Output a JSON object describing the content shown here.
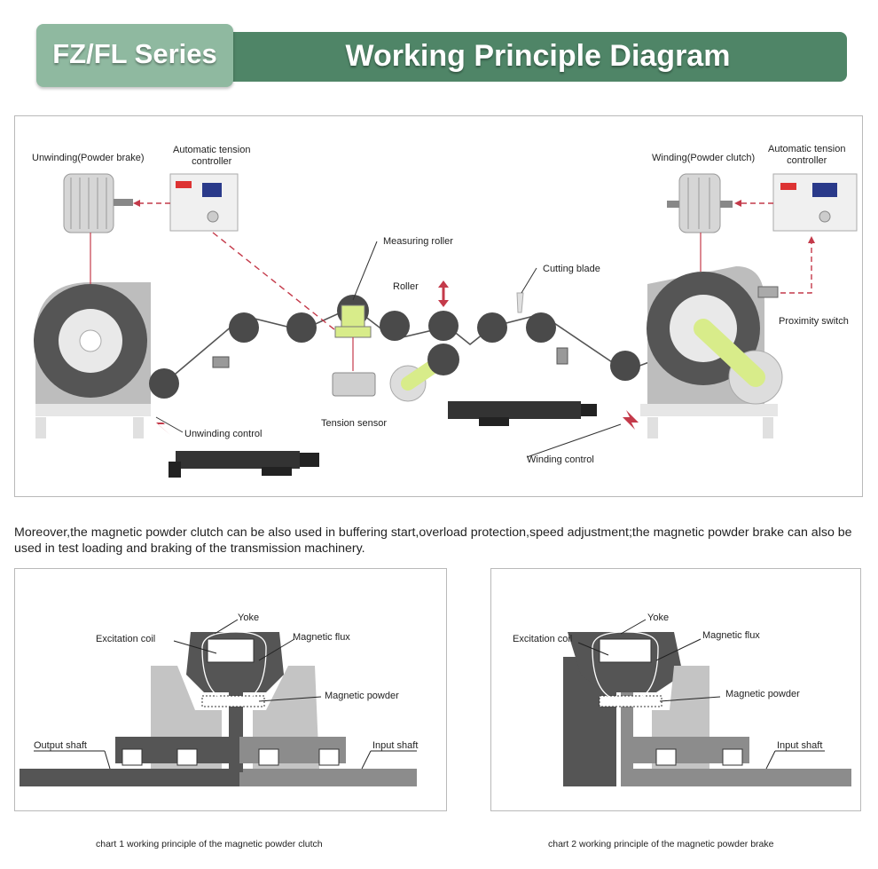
{
  "header": {
    "series_label": "FZ/FL Series",
    "title": "Working Principle Diagram"
  },
  "colors": {
    "header_dark": "#4f8567",
    "header_light": "#8fb9a0",
    "arrow_red": "#c43a4a",
    "roller_gray": "#4a4a4a",
    "highlight_green": "#d8ec8a"
  },
  "process": {
    "unwinding": "Unwinding(Powder brake)",
    "controller_left": "Automatic tension\ncontroller",
    "controller_right": "Automatic tension\ncontroller",
    "winding": "Winding(Powder clutch)",
    "measuring_roller": "Measuring roller",
    "roller": "Roller",
    "cutting_blade": "Cutting blade",
    "proximity_switch": "Proximity switch",
    "tension_sensor": "Tension sensor",
    "unwinding_control": "Unwinding control",
    "winding_control": "Winding control"
  },
  "note": "Moreover,the magnetic powder clutch can be also used in buffering start,overload protection,speed adjustment;the magnetic powder brake can also be used in test loading and braking of the transmission machinery.",
  "chart1": {
    "yoke": "Yoke",
    "excitation_coil": "Excitation coil",
    "magnetic_flux": "Magnetic flux",
    "magnetic_powder": "Magnetic powder",
    "output_shaft": "Output shaft",
    "input_shaft": "Input shaft",
    "caption": "chart 1 working principle of the magnetic powder clutch"
  },
  "chart2": {
    "yoke": "Yoke",
    "excitation_coil": "Excitation coil",
    "magnetic_flux": "Magnetic flux",
    "magnetic_powder": "Magnetic powder",
    "input_shaft": "Input shaft",
    "caption": "chart 2 working principle of the magnetic powder brake"
  }
}
